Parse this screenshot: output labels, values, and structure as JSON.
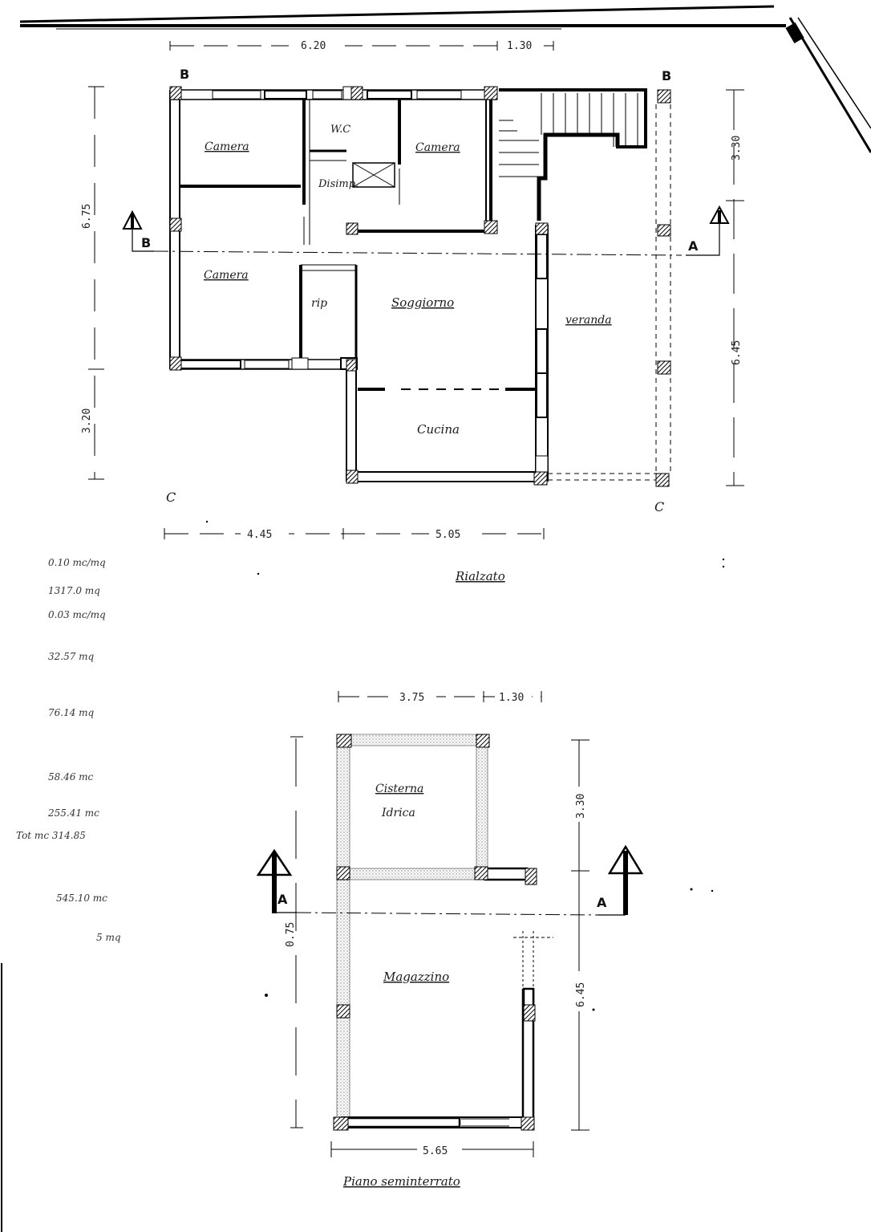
{
  "upper_plan": {
    "rooms": {
      "camera_1": "Camera",
      "wc": "W.C",
      "camera_2": "Camera",
      "disimp": "Disimp.",
      "camera_3": "Camera",
      "rip": "rip",
      "soggiorno": "Soggiorno",
      "veranda": "veranda",
      "cucina": "Cucina"
    },
    "dimensions": {
      "top_main": "6.20",
      "top_side": "1.30",
      "left_upper": "6.75",
      "left_lower": "3.20",
      "right_upper": "3.30",
      "right_lower": "6.45",
      "bottom_left": "4.45",
      "bottom_right": "5.05"
    },
    "section_marks": {
      "b_top_left": "B",
      "b_top_right": "B",
      "b_arrow": "B",
      "a_arrow": "A",
      "c_bottom_left": "C",
      "c_bottom_right": "C"
    },
    "caption": "Rialzato"
  },
  "notes": [
    "0.10 mc/mq",
    "1317.0 mq",
    "0.03 mc/mq",
    "32.57 mq",
    "76.14 mq",
    "58.46 mc",
    "255.41 mc",
    "Tot mc 314.85",
    "545.10 mc",
    "5 mq"
  ],
  "lower_plan": {
    "rooms": {
      "cisterna_line1": "Cisterna",
      "cisterna_line2": "Idrica",
      "magazzino": "Magazzino"
    },
    "dimensions": {
      "top_main": "3.75",
      "top_side": "1.30",
      "right_upper": "3.30",
      "right_lower": "6.45",
      "left_mid": "0.75",
      "bottom": "5.65"
    },
    "section_marks": {
      "a_left": "A",
      "a_right": "A"
    },
    "caption": "Piano seminterrato"
  }
}
